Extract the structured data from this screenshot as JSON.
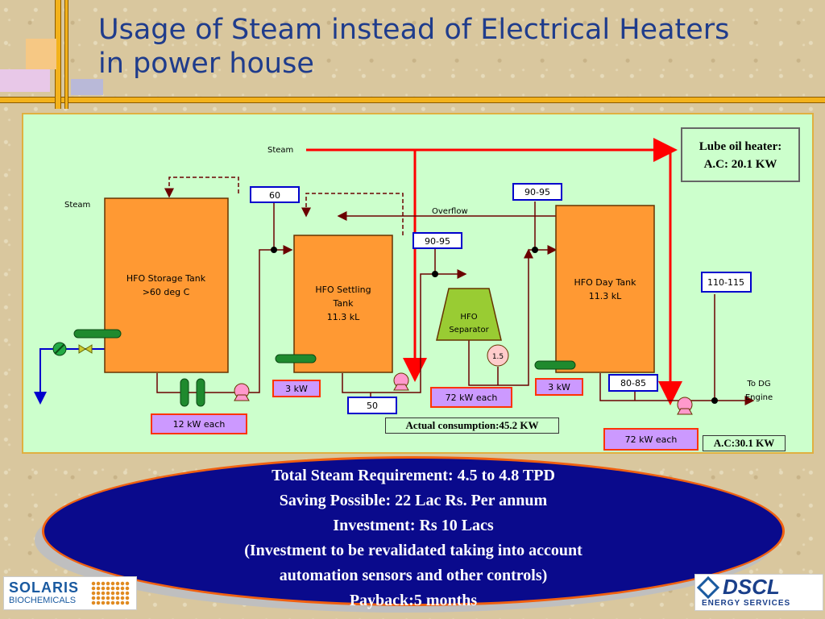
{
  "title": "Usage of Steam instead of Electrical Heaters in power house",
  "title_line1": "Usage of Steam instead of Electrical Heaters",
  "title_line2": "in power house",
  "diagram": {
    "steam_top": "Steam",
    "steam_left": "Steam",
    "overflow": "Overflow",
    "storage_tank": [
      "HFO Storage Tank",
      ">60 deg C"
    ],
    "settling_tank": [
      "HFO Settling",
      "Tank",
      "11.3 kL"
    ],
    "separator": [
      "HFO",
      "Separator"
    ],
    "day_tank": [
      "HFO Day Tank",
      "11.3 kL"
    ],
    "temp_60": "60",
    "temp_90_95_a": "90-95",
    "temp_90_95_b": "90-95",
    "temp_50": "50",
    "temp_80_85": "80-85",
    "temp_110_115": "110-115",
    "sep_value": "1.5",
    "kw_12": "12 kW each",
    "kw_3_a": "3 kW",
    "kw_72_a": "72 kW each",
    "kw_3_b": "3 kW",
    "kw_72_b": "72 kW each",
    "to_dg": [
      "To DG",
      "Engine"
    ],
    "lube_heater": [
      "Lube oil heater:",
      "A.C: 20.1 KW"
    ],
    "actual_consumption": "Actual consumption:45.2 KW",
    "ac_30": "A.C:30.1 KW"
  },
  "summary": [
    "Total Steam Requirement: 4.5 to 4.8 TPD",
    "Saving Possible: 22 Lac Rs. Per annum",
    "Investment: Rs 10 Lacs",
    "(Investment to be revalidated taking into account",
    "automation sensors and other controls)",
    "Payback:5 months"
  ],
  "logos": {
    "left_line1": "SOLARIS",
    "left_line2": "BIOCHEMICALS",
    "right_line1": "DSCL",
    "right_line2": "ENERGY SERVICES"
  },
  "colors": {
    "tank": "#ff9933",
    "separator": "#99cc33",
    "steam_line": "#ff0000",
    "panel": "#ccffcc",
    "ellipse": "#0a0a8c",
    "title": "#1f3c8c"
  }
}
